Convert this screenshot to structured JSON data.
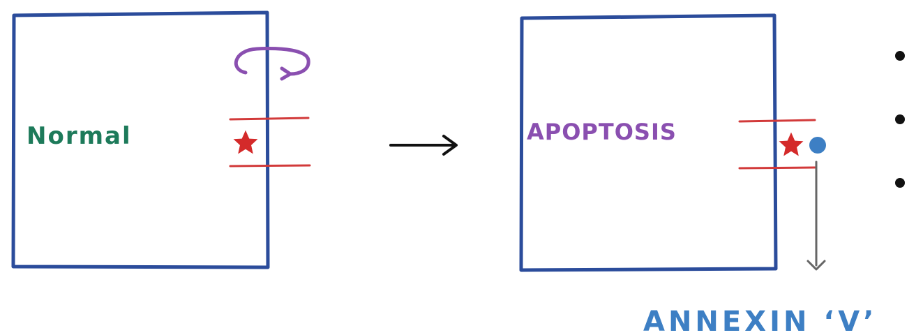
{
  "labels": {
    "normal": "Normal",
    "apoptosis": "APOPTOSIS",
    "annexin": "ANNEXIN ‘V’"
  },
  "colors": {
    "cell_border": "#2b4c9b",
    "membrane": "#d23a3a",
    "star": "#d42a2a",
    "flip_arrow": "#8a4fb0",
    "normal_text": "#1d7a5a",
    "apoptosis_text": "#8a4fb0",
    "annexin_text": "#3d7fc4",
    "annexin_dot": "#3d7fc4",
    "transition_arrow": "#111111",
    "binding_arrow": "#666666",
    "bullet": "#111111"
  },
  "icons": {
    "phosphatidylserine": "star-icon",
    "flip": "flip-arrow-icon",
    "annexin": "annexin-dot-icon"
  },
  "bullets": [
    "",
    "",
    ""
  ]
}
